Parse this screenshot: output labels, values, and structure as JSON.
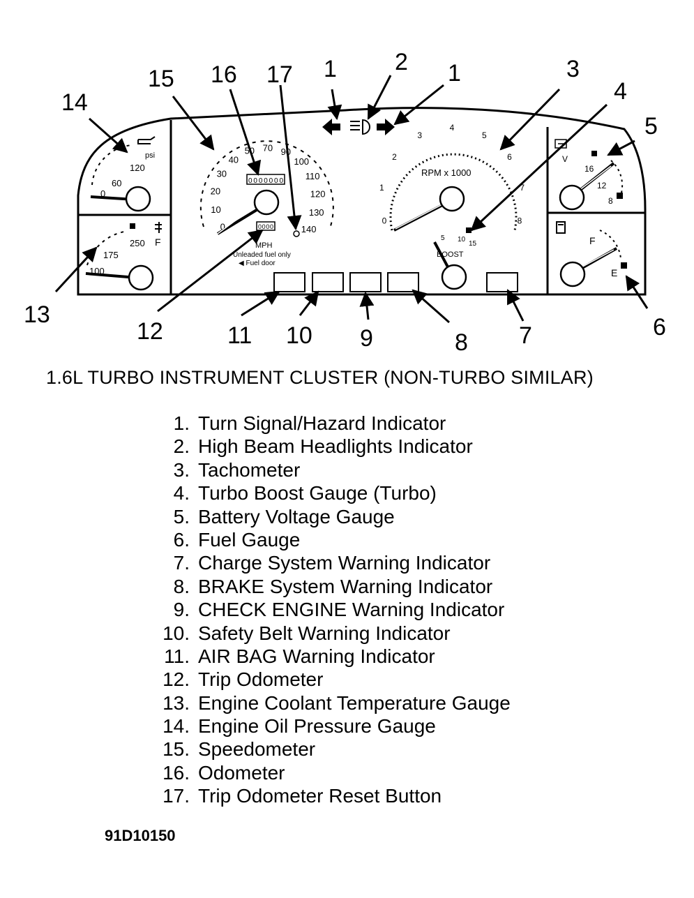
{
  "callouts": {
    "n1a": "1",
    "n1b": "1",
    "n2": "2",
    "n3": "3",
    "n4": "4",
    "n5": "5",
    "n6": "6",
    "n7": "7",
    "n8": "8",
    "n9": "9",
    "n10": "10",
    "n11": "11",
    "n12": "12",
    "n13": "13",
    "n14": "14",
    "n15": "15",
    "n16": "16",
    "n17": "17"
  },
  "gauges": {
    "oil": {
      "unit": "psi",
      "ticks": [
        "120",
        "60",
        "0"
      ]
    },
    "coolant": {
      "unit": "F",
      "ticks": [
        "250",
        "175",
        "100"
      ]
    },
    "speedo": {
      "unit": "MPH",
      "ticks": [
        "0",
        "10",
        "20",
        "30",
        "40",
        "50",
        "70",
        "90",
        "100",
        "110",
        "120",
        "130",
        "140"
      ],
      "odometer": "0000000",
      "trip": "0000",
      "note": "Unleaded fuel only",
      "fuel_door": "◀ Fuel door"
    },
    "tach": {
      "label": "RPM x 1000",
      "ticks": [
        "0",
        "1",
        "2",
        "3",
        "4",
        "5",
        "6",
        "7",
        "8"
      ]
    },
    "boost": {
      "label": "BOOST",
      "ticks": [
        "5",
        "10",
        "15"
      ]
    },
    "voltage": {
      "unit": "V",
      "ticks": [
        "16",
        "12",
        "8"
      ]
    },
    "fuel": {
      "ticks": [
        "F",
        "E"
      ]
    }
  },
  "caption": "1.6L TURBO INSTRUMENT CLUSTER (NON-TURBO SIMILAR)",
  "legend": [
    {
      "num": "1.",
      "text": "Turn Signal/Hazard Indicator"
    },
    {
      "num": "2.",
      "text": "High Beam Headlights Indicator"
    },
    {
      "num": "3.",
      "text": "Tachometer"
    },
    {
      "num": "4.",
      "text": "Turbo Boost Gauge (Turbo)"
    },
    {
      "num": "5.",
      "text": "Battery Voltage Gauge"
    },
    {
      "num": "6.",
      "text": "Fuel Gauge"
    },
    {
      "num": "7.",
      "text": "Charge System Warning Indicator"
    },
    {
      "num": "8.",
      "text": "BRAKE System Warning Indicator"
    },
    {
      "num": "9.",
      "text": "CHECK ENGINE Warning Indicator"
    },
    {
      "num": "10.",
      "text": "Safety Belt Warning Indicator"
    },
    {
      "num": "11.",
      "text": "AIR BAG Warning Indicator"
    },
    {
      "num": "12.",
      "text": "Trip Odometer"
    },
    {
      "num": "13.",
      "text": "Engine Coolant Temperature Gauge"
    },
    {
      "num": "14.",
      "text": "Engine Oil Pressure Gauge"
    },
    {
      "num": "15.",
      "text": "Speedometer"
    },
    {
      "num": "16.",
      "text": "Odometer"
    },
    {
      "num": "17.",
      "text": "Trip Odometer Reset Button"
    }
  ],
  "figure_id": "91D10150"
}
